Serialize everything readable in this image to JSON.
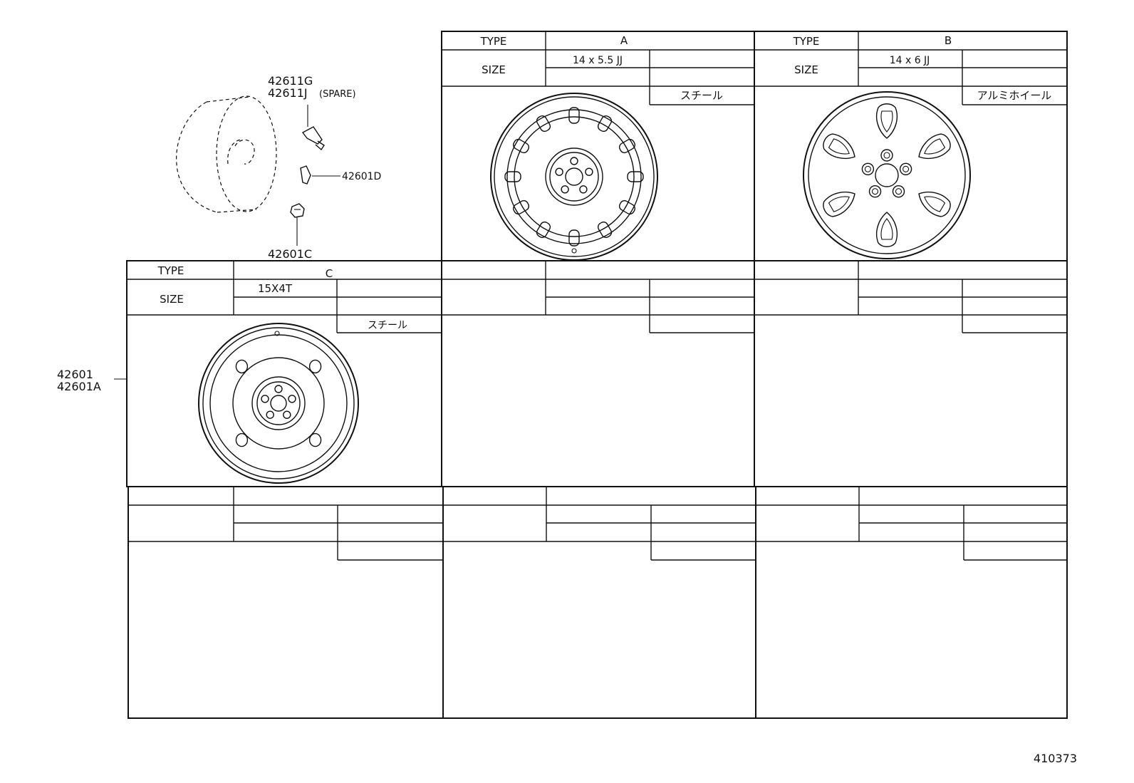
{
  "parts": {
    "valve_stem": "42611G",
    "valve_stem_spare": "42611J",
    "spare_note": "(SPARE)",
    "balance_weight": "42601D",
    "nut": "42601C",
    "wheel_1": "42601",
    "wheel_2": "42601A"
  },
  "tables": {
    "type_label": "TYPE",
    "size_label": "SIZE",
    "a": {
      "type": "A",
      "size": "14 x 5.5 JJ",
      "material": "スチール"
    },
    "b": {
      "type": "B",
      "size": "14 x 6 JJ",
      "material": "アルミホイール"
    },
    "c": {
      "type": "C",
      "size": "15X4T",
      "material": "スチール"
    }
  },
  "footer": {
    "code": "410373"
  }
}
